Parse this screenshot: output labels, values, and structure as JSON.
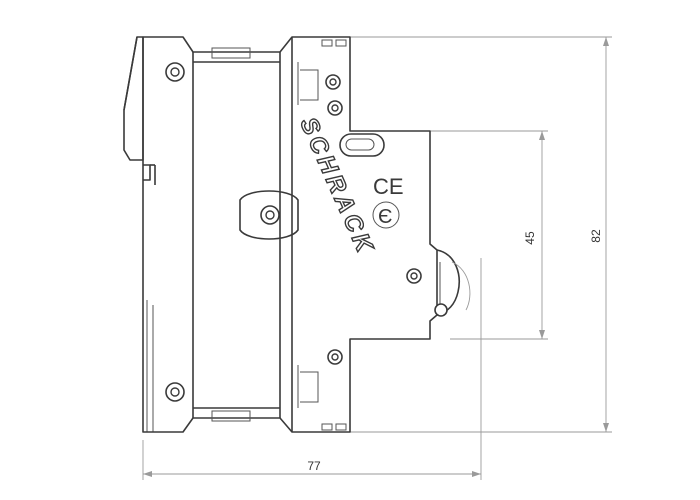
{
  "drawing": {
    "brand_text": "SCHRACK",
    "certification_marks": [
      "CE",
      "Є"
    ],
    "dimensions": {
      "width": "77",
      "total_height": "82",
      "front_height": "45"
    }
  },
  "colors": {
    "outline": "#3a3a3a",
    "dimension_line": "#9a9a9a",
    "background": "#ffffff"
  }
}
